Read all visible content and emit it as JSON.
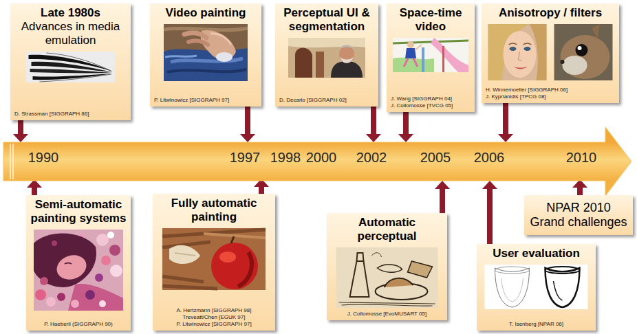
{
  "diagram": {
    "nodes": [
      {
        "text": [
          "Late 1980s",
          "Advances in media emulation",
          "D. Strassman [SIGGRAPH 86]"
        ]
      },
      {
        "text": [
          "Video painting",
          "P. Litwinowicz [SIGGRAPH 97]"
        ]
      },
      {
        "text": [
          "Perceptual UI & segmentation",
          "D. Decarlo [SIGGRAPH 02]"
        ]
      },
      {
        "text": [
          "Space-time video",
          "J. Wang [SIGGRAPH 04]",
          "J. Collomosse [TVCG 05]"
        ]
      },
      {
        "text": [
          "Anisotropy / filters",
          "H. Winnemoeller [SIGGRAPH 06]",
          "J. Kyprianidis [TPCG 08]"
        ]
      },
      {
        "text": [
          "1990",
          "1997",
          "1998",
          "2000",
          "2002",
          "2005",
          "2006",
          "2010"
        ]
      },
      {
        "text": [
          "Semi-automatic painting systems",
          "P. Haeberli (SIGGRAPH 90)"
        ]
      },
      {
        "text": [
          "Fully automatic painting",
          "A. Hertzmann [SIGGRAPH 98]",
          "Treveatt/Chen [EGUK 97]",
          "P. Litwinowicz [SIGGRAPH 97]"
        ]
      },
      {
        "text": [
          "Automatic perceptual",
          "J. Collomosse [EvoMUSART 05]"
        ]
      },
      {
        "text": [
          "User evaluation",
          "T. Isenberg [NPAR 06]"
        ]
      },
      {
        "text": [
          "NPAR 2010 Grand challenges"
        ]
      }
    ],
    "edges": [
      {
        "from": 0,
        "to": 5,
        "arrow": "to"
      },
      {
        "from": 1,
        "to": 5,
        "arrow": "to"
      },
      {
        "from": 2,
        "to": 5,
        "arrow": "to"
      },
      {
        "from": 3,
        "to": 5,
        "arrow": "to"
      },
      {
        "from": 4,
        "to": 5,
        "arrow": "to"
      },
      {
        "from": 6,
        "to": 5,
        "arrow": "to"
      },
      {
        "from": 7,
        "to": 5,
        "arrow": "to"
      },
      {
        "from": 8,
        "to": 5,
        "arrow": "to"
      },
      {
        "from": 9,
        "to": 5,
        "arrow": "to"
      },
      {
        "from": 10,
        "to": 5,
        "arrow": "to"
      }
    ]
  }
}
